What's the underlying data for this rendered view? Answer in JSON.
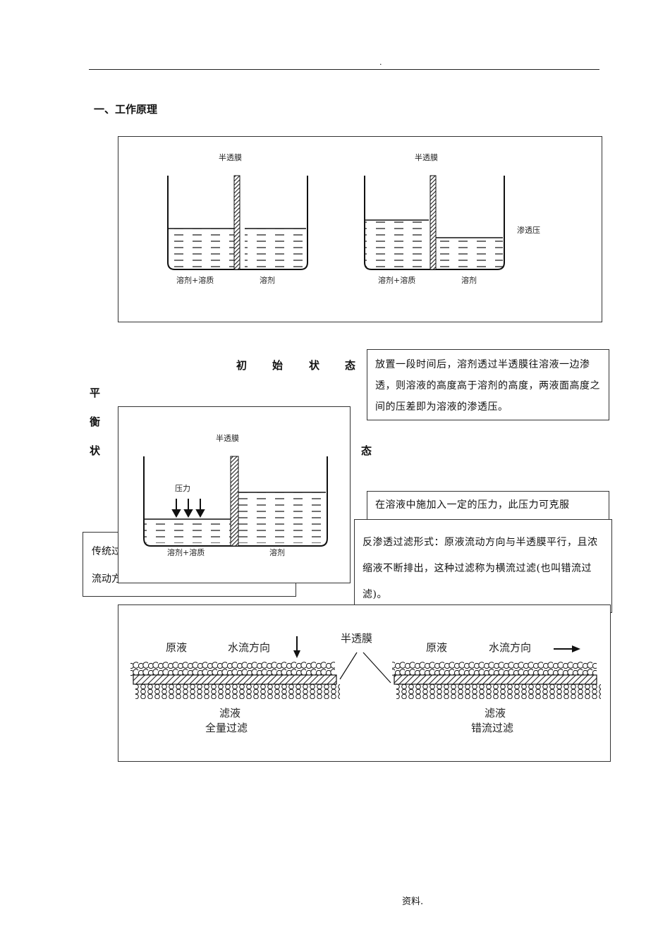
{
  "header": {
    "mark": "."
  },
  "section": {
    "title": "一、工作原理"
  },
  "fig1": {
    "left": {
      "membrane": "半透膜",
      "left_label": "溶剂+溶质",
      "right_label": "溶剂"
    },
    "right": {
      "membrane": "半透膜",
      "left_label": "溶剂+溶质",
      "right_label": "溶剂",
      "pressure_label": "渗透压"
    }
  },
  "state_labels": {
    "initial": [
      "初",
      "始",
      "状",
      "态"
    ],
    "balance": [
      "平",
      "衡",
      "状"
    ],
    "state_end": "态"
  },
  "notes": {
    "osmosis": "放置一段时间后，溶剂透过半透膜往溶液一边渗透，则溶液的高度高于溶剂的高度，两液面高度之间的压差即为溶液的渗透压。",
    "pressure_partial": "在溶液中施加入一定的压力，此压力可克服",
    "traditional_1": "传统过",
    "traditional_2": "流动方向与滤膜垂直，称全量过滤",
    "ro_form": "反渗透过滤形式：原液流动方向与半透膜平行，且浓缩液不断排出，这种过滤称为横流过滤(也叫错流过滤)。"
  },
  "fig2": {
    "membrane": "半透膜",
    "pressure": "压力",
    "left_label": "溶剂+溶质",
    "right_label": "溶剂"
  },
  "fig3": {
    "membrane": "半透膜",
    "left": {
      "feed": "原液",
      "flow": "水流方向",
      "filtrate": "滤液",
      "mode": "全量过滤"
    },
    "right": {
      "feed": "原液",
      "flow": "水流方向",
      "filtrate": "滤液",
      "mode": "错流过滤"
    }
  },
  "footer": {
    "text": "资料."
  }
}
